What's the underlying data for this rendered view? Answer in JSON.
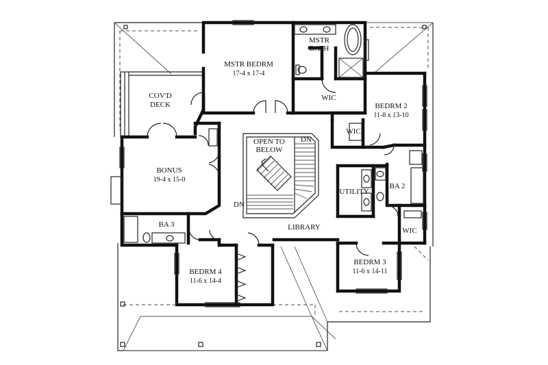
{
  "rooms": {
    "mstr_bedrm": {
      "name": "MSTR BEDRM",
      "size": "17-4 x 17-4"
    },
    "mstr_bath": {
      "name_line1": "MSTR",
      "name_line2": "BATH"
    },
    "wic_master": {
      "name": "WIC"
    },
    "bedrm_2": {
      "name": "BEDRM 2",
      "size": "11-8 x 13-10"
    },
    "wic_2": {
      "name": "WIC"
    },
    "covd_deck": {
      "name_line1": "COV'D",
      "name_line2": "DECK"
    },
    "open_to_below": {
      "name_line1": "OPEN TO",
      "name_line2": "BELOW"
    },
    "bonus": {
      "name": "BONUS",
      "size": "19-4 x 15-0"
    },
    "utility": {
      "name": "UTILITY"
    },
    "ba_2": {
      "name": "BA 2"
    },
    "wic_3": {
      "name": "WIC"
    },
    "ba_3": {
      "name": "BA 3"
    },
    "library": {
      "name": "LIBRARY"
    },
    "bedrm_3": {
      "name": "BEDRM 3",
      "size": "11-6 x 14-11"
    },
    "bedrm_4": {
      "name": "BEDRM 4",
      "size": "11-6 x 14-4"
    }
  },
  "stair_labels": {
    "dn_top": "DN",
    "dn_left": "DN"
  }
}
